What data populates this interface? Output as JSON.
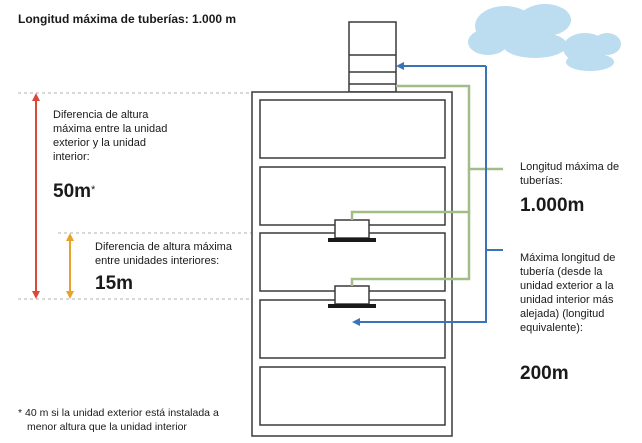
{
  "title": "Longitud máxima de tuberías: 1.000 m",
  "height_diff_outdoor": {
    "lines": [
      "Diferencia de altura",
      "máxima entre la unidad",
      "exterior y la unidad",
      "interior:"
    ],
    "value": "50m",
    "mark": "*"
  },
  "height_diff_indoor": {
    "lines": [
      "Diferencia de altura máxima",
      "entre unidades interiores:"
    ],
    "value": "15m"
  },
  "max_pipe_length": {
    "lines": [
      "Longitud máxima de",
      "tuberías:"
    ],
    "value": "1.000m"
  },
  "farthest_pipe_length": {
    "lines": [
      "Máxima longitud de",
      "tubería (desde la",
      "unidad exterior a la",
      "unidad interior más",
      "alejada) (longitud",
      "equivalente):"
    ],
    "value": "200m"
  },
  "footnote": {
    "lines": [
      "* 40 m si la unidad exterior está instalada a",
      "menor altura que la unidad interior"
    ]
  },
  "colors": {
    "height_arrow_outdoor": "#d9483b",
    "height_arrow_indoor": "#e8a22c",
    "pipe_total": "#a3bd88",
    "pipe_farthest": "#3a74b8",
    "building_stroke": "#3a3a3a",
    "cloud": "#bcdcf0"
  }
}
